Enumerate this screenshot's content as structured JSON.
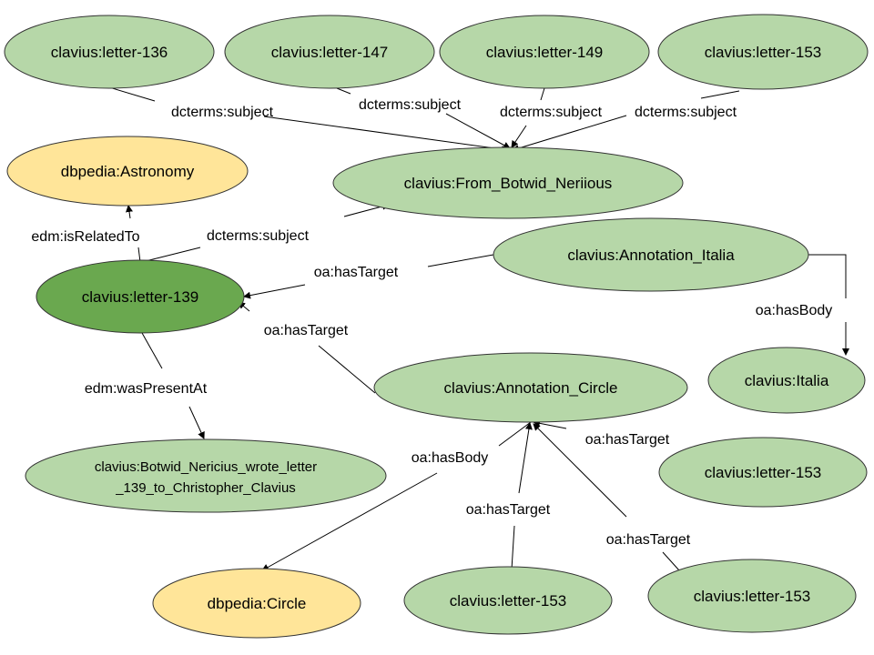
{
  "colors": {
    "node_fill": "#b6d7a8",
    "node_highlight_fill": "#6aa84f",
    "node_concept_fill": "#ffe599",
    "edge": "#000000"
  },
  "nodes": {
    "letter_136": "clavius:letter-136",
    "letter_147": "clavius:letter-147",
    "letter_149": "clavius:letter-149",
    "letter_153_top": "clavius:letter-153",
    "astronomy": "dbpedia:Astronomy",
    "from_botwid": "clavius:From_Botwid_Neriious",
    "annotation_italia": "clavius:Annotation_Italia",
    "letter_139": "clavius:letter-139",
    "italia": "clavius:Italia",
    "annotation_circle": "clavius:Annotation_Circle",
    "botwid_event_line1": "clavius:Botwid_Nericius_wrote_letter",
    "botwid_event_line2": "_139_to_Christopher_Clavius",
    "letter_153_right": "clavius:letter-153",
    "circle": "dbpedia:Circle",
    "letter_153_bottom_mid": "clavius:letter-153",
    "letter_153_bottom_right": "clavius:letter-153"
  },
  "edges": {
    "subject_136": "dcterms:subject",
    "subject_147": "dcterms:subject",
    "subject_149": "dcterms:subject",
    "subject_153": "dcterms:subject",
    "is_related_to": "edm:isRelatedTo",
    "subject_139": "dcterms:subject",
    "target_italia": "oa:hasTarget",
    "body_italia": "oa:hasBody",
    "target_circle_139": "oa:hasTarget",
    "was_present_at": "edm:wasPresentAt",
    "target_circle_153_right": "oa:hasTarget",
    "body_circle": "oa:hasBody",
    "target_circle_153_mid": "oa:hasTarget",
    "target_circle_153_bottom_right": "oa:hasTarget"
  }
}
